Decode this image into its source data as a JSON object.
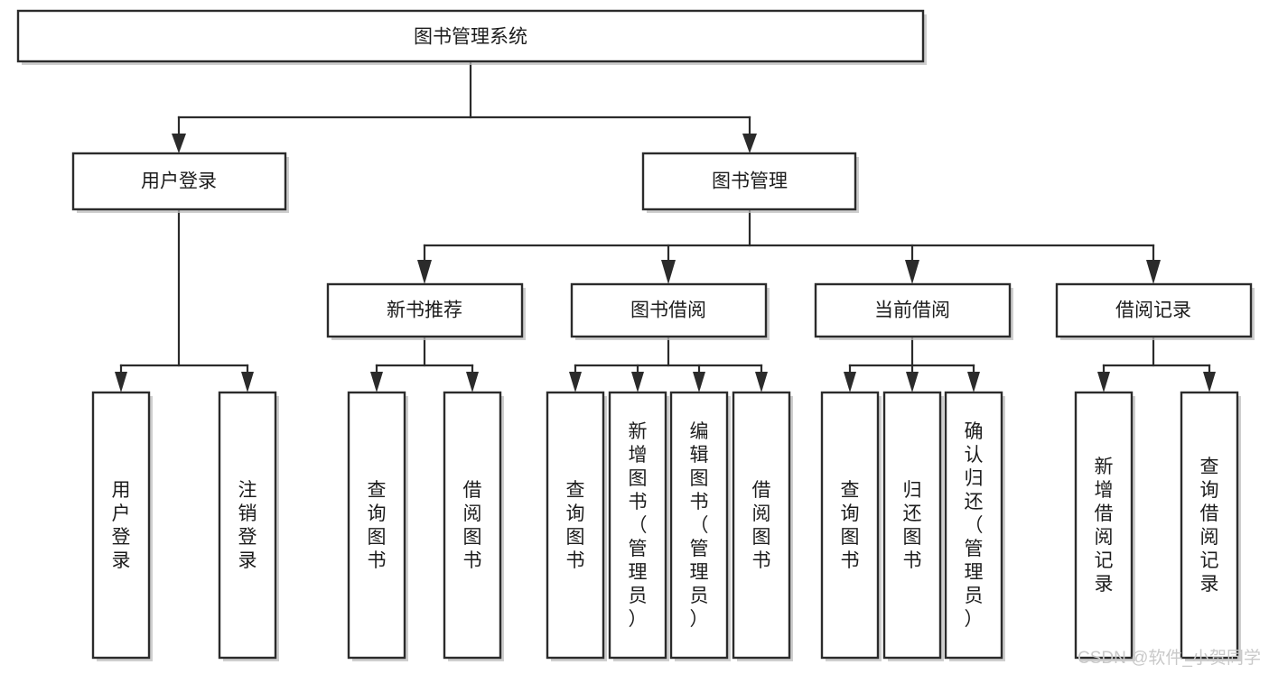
{
  "diagram": {
    "type": "hierarchy-tree",
    "title": "图书管理系统",
    "orientation": "top-down",
    "levels": 4,
    "root": {
      "id": "root",
      "label": "图书管理系统",
      "text_direction": "horizontal"
    },
    "level2": [
      {
        "id": "user-login",
        "label": "用户登录",
        "text_direction": "horizontal"
      },
      {
        "id": "book-manage",
        "label": "图书管理",
        "text_direction": "horizontal"
      }
    ],
    "level3": [
      {
        "id": "new-book-recommend",
        "label": "新书推荐",
        "text_direction": "horizontal",
        "parent": "book-manage"
      },
      {
        "id": "book-borrow",
        "label": "图书借阅",
        "text_direction": "horizontal",
        "parent": "book-manage"
      },
      {
        "id": "current-borrow",
        "label": "当前借阅",
        "text_direction": "horizontal",
        "parent": "book-manage"
      },
      {
        "id": "borrow-record",
        "label": "借阅记录",
        "text_direction": "horizontal",
        "parent": "book-manage"
      }
    ],
    "leaf_groups": [
      {
        "parent": "user-login",
        "leaves": [
          {
            "id": "leaf-user-login",
            "label": "用户登录",
            "chars": [
              "用",
              "户",
              "登",
              "录"
            ],
            "text_direction": "vertical"
          },
          {
            "id": "leaf-user-logout",
            "label": "注销登录",
            "chars": [
              "注",
              "销",
              "登",
              "录"
            ],
            "text_direction": "vertical"
          }
        ]
      },
      {
        "parent": "new-book-recommend",
        "leaves": [
          {
            "id": "leaf-query-book-1",
            "label": "查询图书",
            "chars": [
              "查",
              "询",
              "图",
              "书"
            ],
            "text_direction": "vertical"
          },
          {
            "id": "leaf-borrow-book-1",
            "label": "借阅图书",
            "chars": [
              "借",
              "阅",
              "图",
              "书"
            ],
            "text_direction": "vertical"
          }
        ]
      },
      {
        "parent": "book-borrow",
        "leaves": [
          {
            "id": "leaf-query-book-2",
            "label": "查询图书",
            "chars": [
              "查",
              "询",
              "图",
              "书"
            ],
            "text_direction": "vertical"
          },
          {
            "id": "leaf-add-book-admin",
            "label": "新增图书（管理员）",
            "chars": [
              "新",
              "增",
              "图",
              "书",
              "（",
              "管",
              "理",
              "员",
              "）"
            ],
            "text_direction": "vertical"
          },
          {
            "id": "leaf-edit-book-admin",
            "label": "编辑图书（管理员）",
            "chars": [
              "编",
              "辑",
              "图",
              "书",
              "（",
              "管",
              "理",
              "员",
              "）"
            ],
            "text_direction": "vertical"
          },
          {
            "id": "leaf-borrow-book-2",
            "label": "借阅图书",
            "chars": [
              "借",
              "阅",
              "图",
              "书"
            ],
            "text_direction": "vertical"
          }
        ]
      },
      {
        "parent": "current-borrow",
        "leaves": [
          {
            "id": "leaf-query-book-3",
            "label": "查询图书",
            "chars": [
              "查",
              "询",
              "图",
              "书"
            ],
            "text_direction": "vertical"
          },
          {
            "id": "leaf-return-book",
            "label": "归还图书",
            "chars": [
              "归",
              "还",
              "图",
              "书"
            ],
            "text_direction": "vertical"
          },
          {
            "id": "leaf-confirm-return-admin",
            "label": "确认归还（管理员）",
            "chars": [
              "确",
              "认",
              "归",
              "还",
              "（",
              "管",
              "理",
              "员",
              "）"
            ],
            "text_direction": "vertical"
          }
        ]
      },
      {
        "parent": "borrow-record",
        "leaves": [
          {
            "id": "leaf-add-borrow-record",
            "label": "新增借阅记录",
            "chars": [
              "新",
              "增",
              "借",
              "阅",
              "记",
              "录"
            ],
            "text_direction": "vertical"
          },
          {
            "id": "leaf-query-borrow-record",
            "label": "查询借阅记录",
            "chars": [
              "查",
              "询",
              "借",
              "阅",
              "记",
              "录"
            ],
            "text_direction": "vertical"
          }
        ]
      }
    ]
  },
  "watermark": {
    "text": "CSDN @软件_小贺同学"
  },
  "colors": {
    "background": "#ffffff",
    "box_fill": "#ffffff",
    "box_stroke": "#2b2b2b",
    "text": "#1c1c1c",
    "connector": "#2b2b2b",
    "shadow": "#bdbdbd",
    "watermark": "#c9c9c9"
  }
}
